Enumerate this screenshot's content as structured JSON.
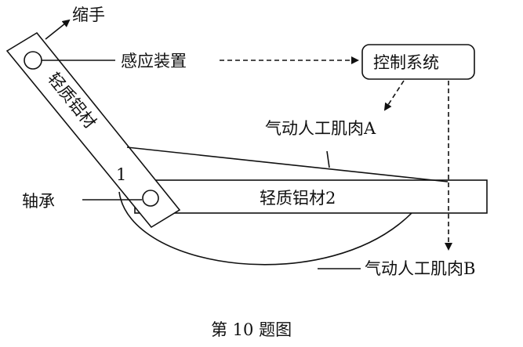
{
  "labels": {
    "retract": "缩手",
    "sensor": "感应装置",
    "control_system": "控制系统",
    "muscle_a": "气动人工肌肉A",
    "muscle_b": "气动人工肌肉B",
    "bearing": "轴承",
    "rod1_text": "轻质铝材",
    "rod1_number": "1",
    "rod2": "轻质铝材2"
  },
  "caption": "第 10 题图"
}
